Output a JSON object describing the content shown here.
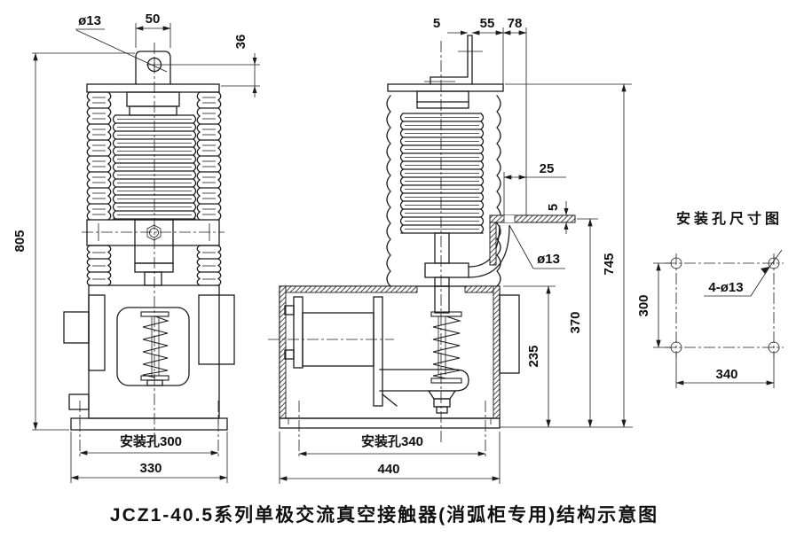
{
  "front_view": {
    "hole_dia": "ø13",
    "tab_width": "50",
    "hole_height": "36",
    "total_height": "805",
    "mount_holes_label": "安装孔300",
    "base_width": "330"
  },
  "side_view": {
    "terminal_thickness": "5",
    "terminal_offset": "55",
    "terminal_span": "78",
    "bracket_offset": "25",
    "bracket_plate_thickness": "5",
    "hole_dia": "ø13",
    "total_height": "745",
    "bracket_height": "370",
    "box_height": "235",
    "mount_holes_label": "安装孔340",
    "base_width": "440"
  },
  "mount_hole_panel": {
    "title": "安装孔尺寸图",
    "holes_label": "4-ø13",
    "hole_spacing_height": "300",
    "hole_spacing_width": "340"
  },
  "caption": "JCZ1-40.5系列单极交流真空接触器(消弧柜专用)结构示意图"
}
